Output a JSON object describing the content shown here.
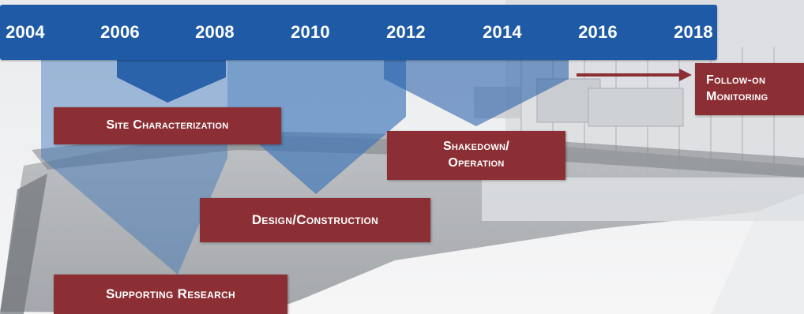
{
  "timeline": {
    "years": [
      "2004",
      "2006",
      "2008",
      "2010",
      "2012",
      "2014",
      "2016",
      "2018"
    ]
  },
  "phases": {
    "site_characterization": "Site Characterization",
    "shakedown_operation_line1": "Shakedown/",
    "shakedown_operation_line2": "Operation",
    "follow_on_line1": "Follow-on",
    "follow_on_line2": "Monitoring",
    "design_construction": "Design/Construction",
    "supporting_research": "Supporting Research"
  },
  "colors": {
    "timeline_bar": "#1f5aa6",
    "phase_box": "#8c2f35",
    "arrow_fill": "#3a73b8",
    "follow_on_arrow": "#8c2f35"
  }
}
